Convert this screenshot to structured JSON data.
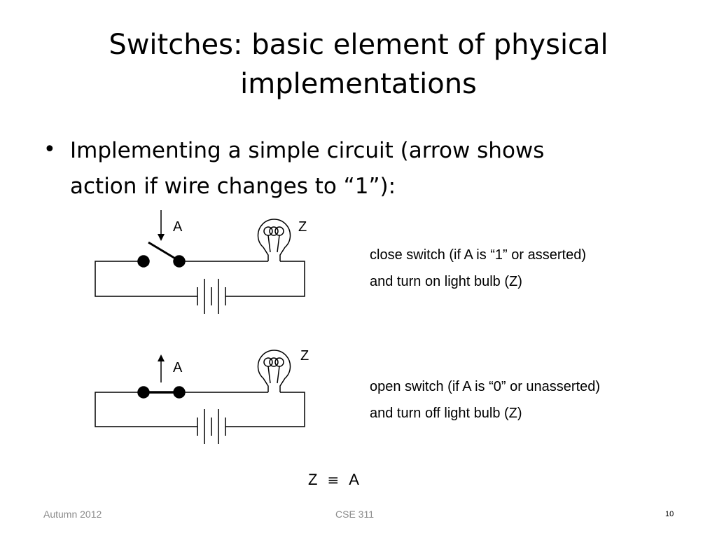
{
  "slide": {
    "title_lines": [
      "Switches: basic element of physical",
      "implementations"
    ],
    "bullet_lines": [
      "Implementing a simple circuit (arrow shows",
      "action if wire changes to “1”):"
    ]
  },
  "circuit_closed": {
    "input_label": "A",
    "output_label": "Z",
    "caption_lines": [
      "close switch (if A is “1” or asserted)",
      "and turn on light bulb (Z)"
    ]
  },
  "circuit_open": {
    "input_label": "A",
    "output_label": "Z",
    "caption_lines": [
      "open switch (if A is “0” or unasserted)",
      "and turn off light bulb (Z)"
    ]
  },
  "equation": {
    "left": "Z",
    "operator": "≡",
    "right": "A"
  },
  "footer": {
    "left": "Autumn 2012",
    "center": "CSE 311",
    "page_number": "10"
  }
}
